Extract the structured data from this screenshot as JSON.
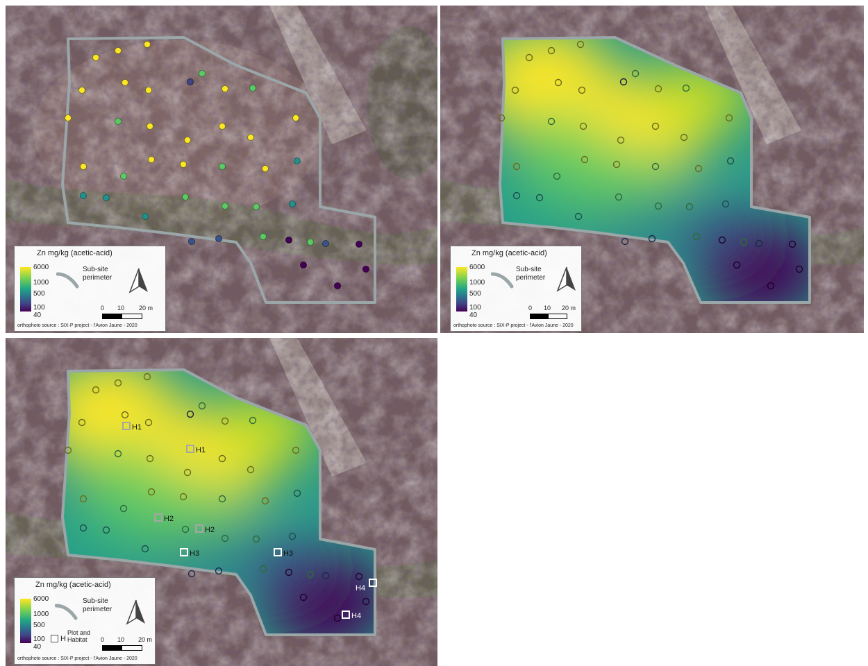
{
  "legend": {
    "title": "Zn mg/kg (acetic-acid)",
    "ticks": [
      "6000",
      "1000",
      "500",
      "100",
      "40"
    ],
    "perimeter_label_1": "Sub-site",
    "perimeter_label_2": "perimeter",
    "scale_labels": [
      "0",
      "10",
      "20 m"
    ],
    "source": "orthophoto source : SIX-P project - l'Avion Jaune - 2020",
    "plot_symbol": "H",
    "plot_label_1": "Plot and",
    "plot_label_2": "Habitat"
  },
  "colors": {
    "perimeter": "#9aa6a8",
    "ramp": [
      "#fde725",
      "#7ad151",
      "#22a884",
      "#2a788e",
      "#414487",
      "#440154"
    ],
    "orthophoto_base": "#6a5560"
  },
  "icons": {
    "north_arrow": "north-arrow-icon",
    "perimeter": "perimeter-line-icon",
    "plot": "plot-square-icon"
  },
  "habitat_labels": [
    "H1",
    "H1",
    "H2",
    "H2",
    "H3",
    "H3",
    "H4",
    "H4"
  ],
  "samples": [
    {
      "c": "y"
    },
    {
      "c": "y"
    },
    {
      "c": "y"
    },
    {
      "c": "y"
    },
    {
      "c": "g"
    },
    {
      "c": "y"
    },
    {
      "c": "y"
    },
    {
      "c": "y"
    },
    {
      "c": "d"
    },
    {
      "c": "y"
    },
    {
      "c": "g"
    },
    {
      "c": "y"
    },
    {
      "c": "g"
    },
    {
      "c": "y"
    },
    {
      "c": "y"
    },
    {
      "c": "y"
    },
    {
      "c": "y"
    },
    {
      "c": "y"
    },
    {
      "c": "y"
    },
    {
      "c": "y"
    },
    {
      "c": "g"
    },
    {
      "c": "y"
    },
    {
      "c": "g"
    },
    {
      "c": "t"
    },
    {
      "c": "t"
    },
    {
      "c": "t"
    },
    {
      "c": "g"
    },
    {
      "c": "g"
    },
    {
      "c": "g"
    },
    {
      "c": "t"
    },
    {
      "c": "t"
    },
    {
      "c": "g"
    },
    {
      "c": "b"
    },
    {
      "c": "b"
    },
    {
      "c": "g"
    },
    {
      "c": "p"
    },
    {
      "c": "b"
    },
    {
      "c": "p"
    },
    {
      "c": "p"
    },
    {
      "c": "p"
    },
    {
      "c": "p"
    },
    {
      "c": "p"
    },
    {
      "c": "y"
    },
    {
      "c": "t"
    }
  ]
}
